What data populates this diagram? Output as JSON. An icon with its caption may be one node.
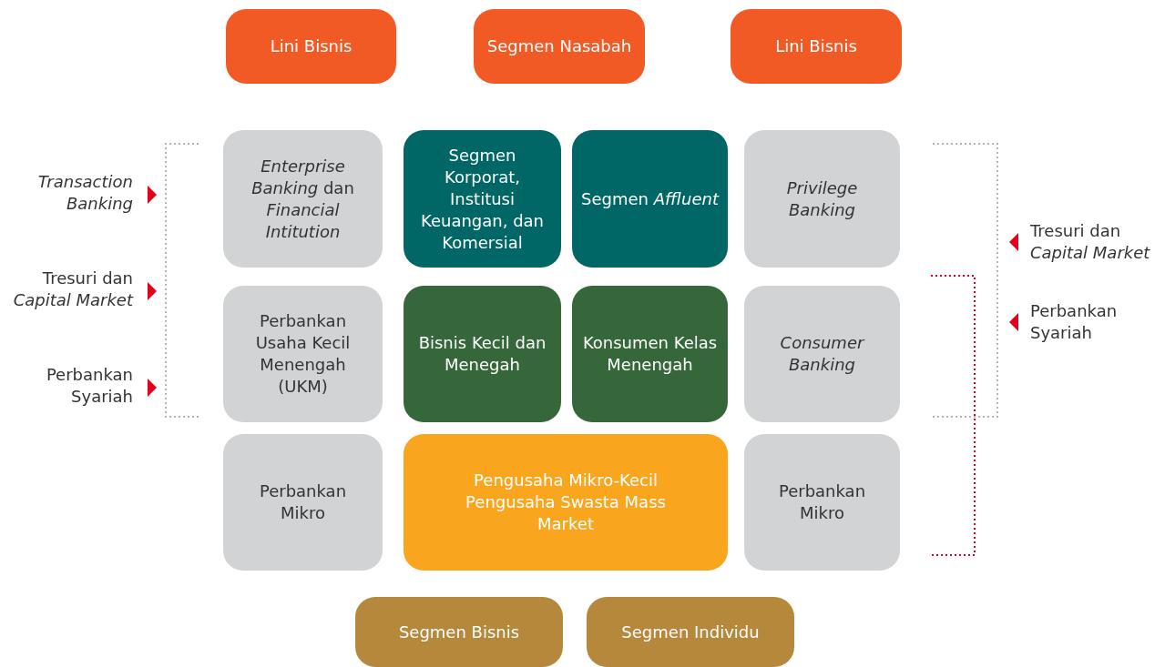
{
  "diagram": {
    "nodes": [
      {
        "text": [
          "Lini Bisnis"
        ]
      },
      {
        "text": [
          "Segmen Nasabah"
        ]
      },
      {
        "text": [
          "Lini Bisnis"
        ]
      },
      {
        "text": [
          "*Enterprise Banking* dan *Financial Intitution*"
        ]
      },
      {
        "text": [
          "Segmen Korporat, Institusi Keuangan, dan Komersial"
        ]
      },
      {
        "text": [
          "Segmen *Affluent*"
        ]
      },
      {
        "text": [
          "Privilege Banking"
        ]
      },
      {
        "text": [
          "Perbankan Usaha Kecil Menengah (UKM)"
        ]
      },
      {
        "text": [
          "Bisnis Kecil dan Menegah"
        ]
      },
      {
        "text": [
          "Konsumen Kelas Menengah"
        ]
      },
      {
        "text": [
          "Consumer Banking"
        ]
      },
      {
        "text": [
          "Perbankan Mikro"
        ]
      },
      {
        "text": [
          "Pengusaha Mikro-Kecil Pengusaha Swasta Mass Market"
        ]
      },
      {
        "text": [
          "Perbankan Mikro"
        ]
      },
      {
        "text": [
          "Segmen Bisnis"
        ]
      },
      {
        "text": [
          "Segmen Individu"
        ]
      }
    ],
    "labels": [
      "Transaction Banking",
      "Tresuri dan *Capital Market*",
      "Perbankan Syariah",
      "Tresuri dan *Capital Market*",
      "Perbankan Syariah"
    ]
  }
}
